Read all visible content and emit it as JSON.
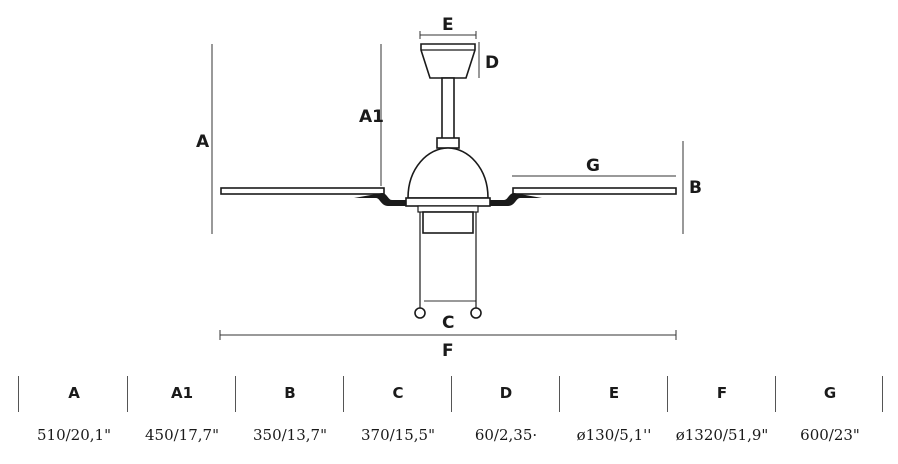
{
  "diagram": {
    "labels": {
      "a": "A",
      "a1": "A1",
      "b": "B",
      "c": "C",
      "d": "D",
      "e": "E",
      "f": "F",
      "g": "G"
    }
  },
  "table": {
    "columns": [
      {
        "header": "A",
        "value": "510/20,1\""
      },
      {
        "header": "A1",
        "value": "450/17,7\""
      },
      {
        "header": "B",
        "value": "350/13,7\""
      },
      {
        "header": "C",
        "value": "370/15,5\""
      },
      {
        "header": "D",
        "value": "60/2,35·"
      },
      {
        "header": "E",
        "value": "ø130/5,1''"
      },
      {
        "header": "F",
        "value": "ø1320/51,9\""
      },
      {
        "header": "G",
        "value": "600/23\""
      }
    ]
  }
}
